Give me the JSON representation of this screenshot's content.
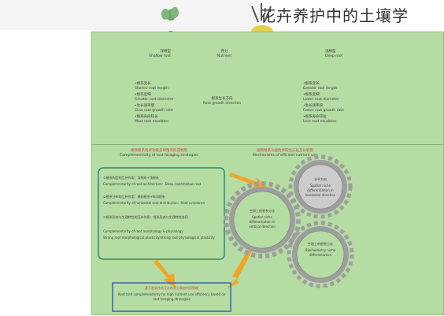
{
  "page_title": "花卉养护中的土壤学",
  "colors": {
    "panel_bg": "#b5dca3",
    "arrow_green": "#2e7d32",
    "arrow_orange": "#f0a526",
    "box_teal": "#2b8a7a",
    "box_blue": "#3a62b0",
    "gear": "#9e9e9e",
    "text_red": "#c0504d"
  },
  "top": {
    "left_label_cn": "深根型",
    "left_label_en": "Shallow root",
    "right_label_cn": "浅根型",
    "right_label_en": "Deep root",
    "nutrient_cn": "养分",
    "nutrient_en": "Nutrient",
    "center_cn": "根系生长方向",
    "center_en": "Root growth direction",
    "left_traits": [
      "•根系变长",
      "Shorter root length",
      "•根系变细",
      "Greater root diameter",
      "•生长速率慢",
      "Slow root growth rate",
      "•根系寿命较长",
      "Most root exudates"
    ],
    "right_traits": [
      "•根系变长",
      "Greater root length",
      "•根系变细",
      "Lower root diameter",
      "•生长速率快",
      "Faster root growth rate",
      "•根系寿命较短",
      "Less root exudates"
    ]
  },
  "bottom": {
    "left_header_cn": "植物根系性状功能多样性的形成机制",
    "left_header_en": "Complementarity of root foraging strategies",
    "right_header_cn": "植物根系功能性状的生态位互补机制",
    "right_header_en": "Mechanisms of efficient nutrient use",
    "box_lines": [
      "①根系构型的互补作用：深根系+浅根系",
      "Complementarity of root architecture：Deep root/shallow root",
      "②根系分布的互补作用：横向根系+纵向根系",
      "Complementarity of horizontal root distribution：Root avoidance",
      "③根系形态与生理特性的互补作用：根系形态与生理特性协同",
      "Complementarity of root morphology & physiology",
      "Strong root morphological plasticity/strong root physiological plasticity"
    ],
    "gear_center_cn": "空间上的根系分化",
    "gear_center_en": "Spatial niche differentiation in vertical direction",
    "gear_topright_cn": "水平方向",
    "gear_topright_en": "Spatial niche differentiation in horizontal direction",
    "gear_bottomright_cn": "生理上的根系分化",
    "gear_bottomright_en": "Biochemistry niche differentiation",
    "bottom_box_cn": "基于根系性状互补的养分高效利用策略",
    "bottom_box_en": "Root trait complementarity for high nutrient use efficiency based on root foraging strategies"
  }
}
